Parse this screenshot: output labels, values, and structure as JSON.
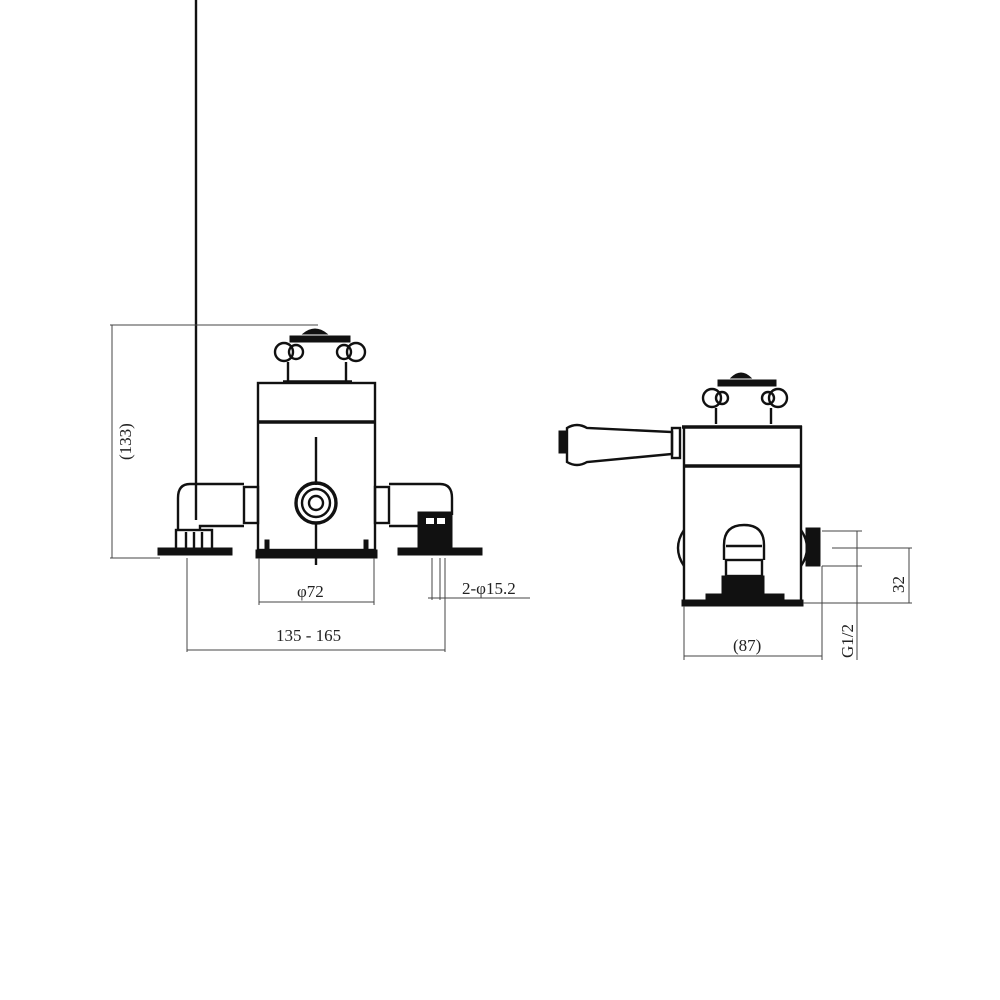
{
  "drawing": {
    "front_view": {
      "dim_height": "(133)",
      "dim_body_diameter": "φ72",
      "dim_inlet_holes": "2-φ15.2",
      "dim_centers": "135 - 165"
    },
    "side_view": {
      "dim_depth": "(87)",
      "dim_thread": "G1/2",
      "dim_offset": "32"
    }
  },
  "colors": {
    "line": "#111111",
    "dimension_line": "#444444",
    "background": "#ffffff"
  }
}
